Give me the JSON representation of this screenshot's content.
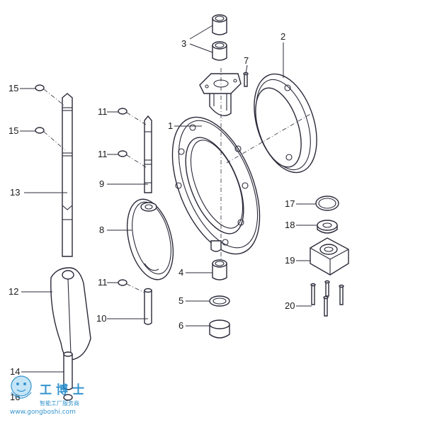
{
  "parts": [
    {
      "id": "1",
      "label": "1"
    },
    {
      "id": "2",
      "label": "2"
    },
    {
      "id": "3",
      "label": "3"
    },
    {
      "id": "4",
      "label": "4"
    },
    {
      "id": "5",
      "label": "5"
    },
    {
      "id": "6",
      "label": "6"
    },
    {
      "id": "7",
      "label": "7"
    },
    {
      "id": "8",
      "label": "8"
    },
    {
      "id": "9",
      "label": "9"
    },
    {
      "id": "10",
      "label": "10"
    },
    {
      "id": "11",
      "label": "11"
    },
    {
      "id": "12",
      "label": "12"
    },
    {
      "id": "13",
      "label": "13"
    },
    {
      "id": "14",
      "label": "14"
    },
    {
      "id": "15",
      "label": "15"
    },
    {
      "id": "16",
      "label": "16"
    },
    {
      "id": "17",
      "label": "17"
    },
    {
      "id": "18",
      "label": "18"
    },
    {
      "id": "19",
      "label": "19"
    },
    {
      "id": "20",
      "label": "20"
    }
  ],
  "watermark": {
    "brand": "工博士",
    "slogan": "智能工厂服务商",
    "url": "www.gongboshi.com"
  },
  "colors": {
    "line": "#2a2a3a",
    "watermark": "#1e88c8",
    "background": "#ffffff"
  }
}
